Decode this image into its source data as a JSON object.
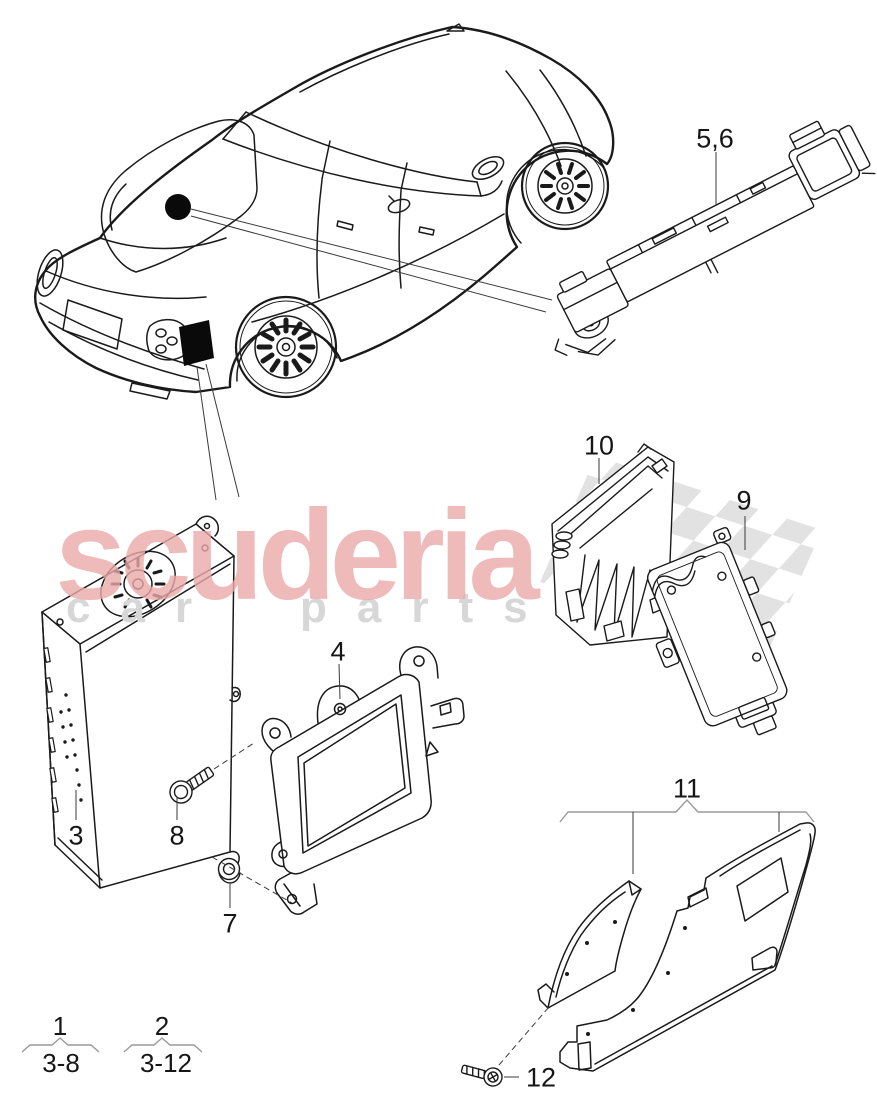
{
  "watermark": {
    "brand": "scuderia",
    "line2_word1": "car",
    "line2_word2": "parts",
    "brand_color": "#eba9a9",
    "subtitle_color": "#d7d7d7",
    "flag_color": "#e2e2e2"
  },
  "line_color": "#1a1a1a",
  "callouts": {
    "c56": "5,6",
    "c10": "10",
    "c9": "9",
    "c4": "4",
    "c3": "3",
    "c8": "8",
    "c7": "7",
    "c11": "11",
    "c12": "12"
  },
  "groups": [
    {
      "number": "1",
      "range": "3-8"
    },
    {
      "number": "2",
      "range": "3-12"
    }
  ]
}
